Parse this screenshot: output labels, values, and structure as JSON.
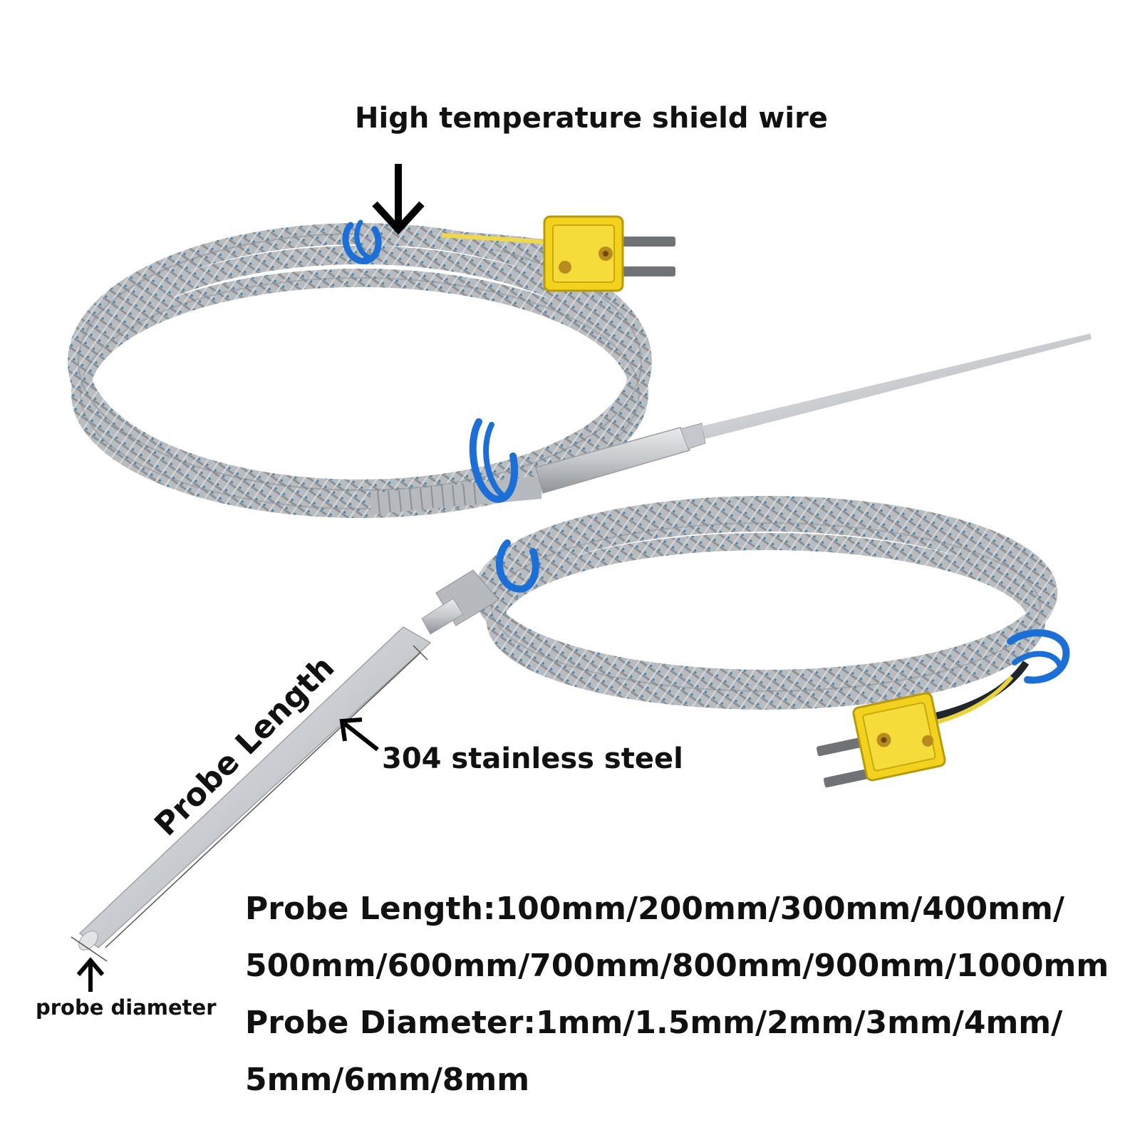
{
  "callouts": {
    "shield_wire": "High temperature shield wire",
    "probe_length": "Probe Length",
    "stainless": "304 stainless steel",
    "probe_diameter": "probe diameter"
  },
  "specs": {
    "length_line_1": "Probe Length:100mm/200mm/300mm/400mm/",
    "length_line_2": "500mm/600mm/700mm/800mm/900mm/1000mm",
    "diameter_line_1": "Probe Diameter:1mm/1.5mm/2mm/3mm/4mm/",
    "diameter_line_2": "5mm/6mm/8mm"
  },
  "colors": {
    "braid": "#b9bcbf",
    "braid_dark": "#8e9296",
    "braid_fleck": "#3a86b8",
    "tie": "#1b6fd6",
    "connector": "#f2d21c",
    "steel": "#c9ccd0"
  },
  "icons": [
    "arrow-down-icon",
    "arrow-up-left-icon",
    "arrow-up-icon"
  ]
}
